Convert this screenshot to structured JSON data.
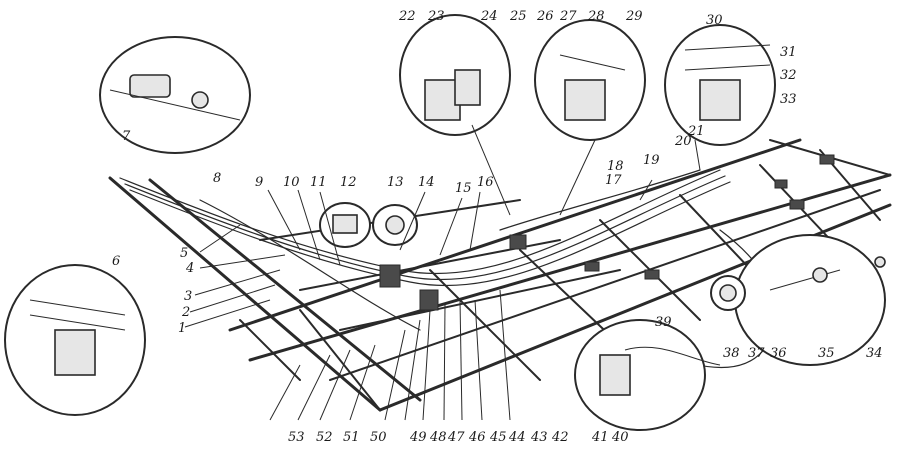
{
  "labels": [
    "1",
    "2",
    "3",
    "4",
    "5",
    "6",
    "7",
    "8",
    "9",
    "10",
    "11",
    "12",
    "13",
    "14",
    "15",
    "16",
    "17",
    "18",
    "19",
    "20",
    "21",
    "22",
    "23",
    "24",
    "25",
    "26",
    "27",
    "28",
    "29",
    "30",
    "31",
    "32",
    "33",
    "34",
    "35",
    "36",
    "37",
    "38",
    "39",
    "40",
    "41",
    "42",
    "43",
    "44",
    "45",
    "46",
    "47",
    "48",
    "49",
    "50",
    "51",
    "52",
    "53"
  ]
}
